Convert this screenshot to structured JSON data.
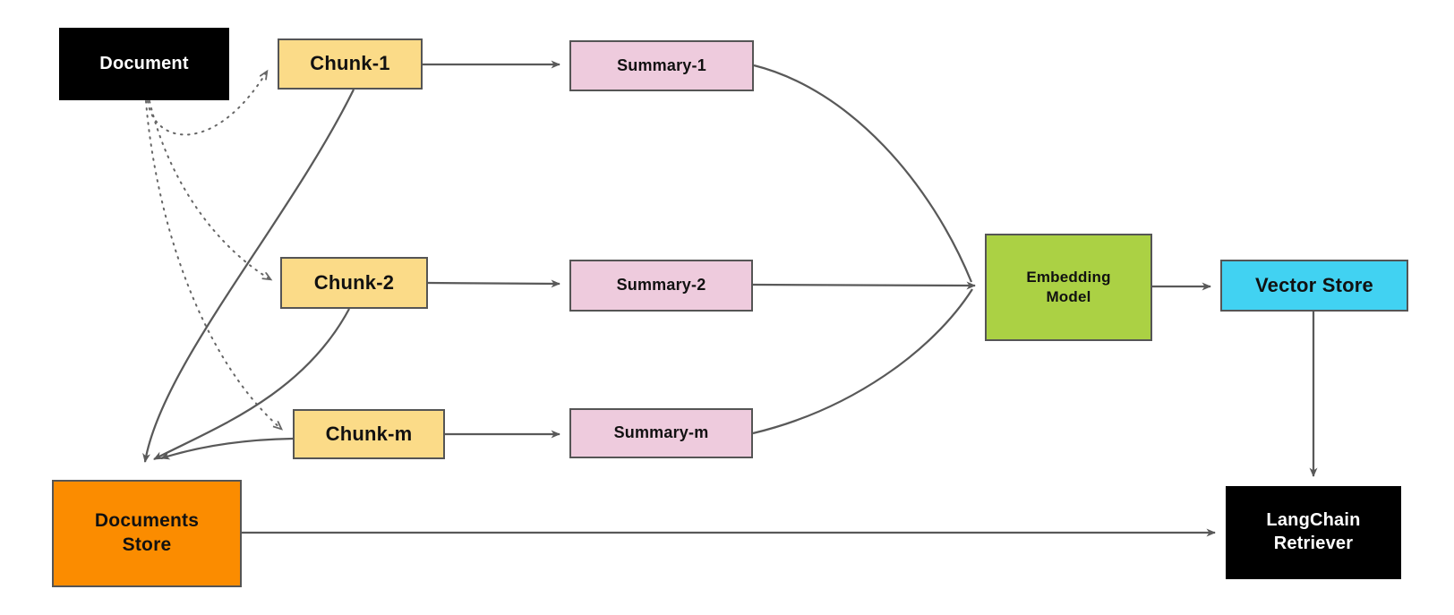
{
  "diagram": {
    "type": "flowchart",
    "background": "#ffffff",
    "edge_color": "#595959",
    "dotted_edge_color": "#666666",
    "nodes": [
      {
        "id": "document",
        "label": "Document",
        "fill": "#000000",
        "text_color": "#ffffff"
      },
      {
        "id": "chunk-1",
        "label": "Chunk-1",
        "fill": "#FBDB88",
        "text_color": "#111111"
      },
      {
        "id": "summary-1",
        "label": "Summary-1",
        "fill": "#EECBDD",
        "text_color": "#111111"
      },
      {
        "id": "chunk-2",
        "label": "Chunk-2",
        "fill": "#FBDB88",
        "text_color": "#111111"
      },
      {
        "id": "summary-2",
        "label": "Summary-2",
        "fill": "#EECBDD",
        "text_color": "#111111"
      },
      {
        "id": "chunk-m",
        "label": "Chunk-m",
        "fill": "#FBDB88",
        "text_color": "#111111"
      },
      {
        "id": "summary-m",
        "label": "Summary-m",
        "fill": "#EECBDD",
        "text_color": "#111111"
      },
      {
        "id": "embedding-model",
        "label": "Embedding\nModel",
        "fill": "#ABD144",
        "text_color": "#111111"
      },
      {
        "id": "vector-store",
        "label": "Vector Store",
        "fill": "#41D2F2",
        "text_color": "#111111"
      },
      {
        "id": "documents-store",
        "label": "Documents\nStore",
        "fill": "#FB8C00",
        "text_color": "#111111"
      },
      {
        "id": "langchain-retriever",
        "label": "LangChain\nRetriever",
        "fill": "#000000",
        "text_color": "#ffffff"
      }
    ],
    "edges": [
      {
        "from": "document",
        "to": "chunk-1",
        "style": "dotted"
      },
      {
        "from": "document",
        "to": "chunk-2",
        "style": "dotted"
      },
      {
        "from": "document",
        "to": "chunk-m",
        "style": "dotted"
      },
      {
        "from": "chunk-1",
        "to": "summary-1",
        "style": "solid"
      },
      {
        "from": "chunk-2",
        "to": "summary-2",
        "style": "solid"
      },
      {
        "from": "chunk-m",
        "to": "summary-m",
        "style": "solid"
      },
      {
        "from": "chunk-1",
        "to": "documents-store",
        "style": "solid"
      },
      {
        "from": "chunk-2",
        "to": "documents-store",
        "style": "solid"
      },
      {
        "from": "chunk-m",
        "to": "documents-store",
        "style": "solid"
      },
      {
        "from": "summary-1",
        "to": "embedding-model",
        "style": "solid"
      },
      {
        "from": "summary-2",
        "to": "embedding-model",
        "style": "solid"
      },
      {
        "from": "summary-m",
        "to": "embedding-model",
        "style": "solid"
      },
      {
        "from": "embedding-model",
        "to": "vector-store",
        "style": "solid"
      },
      {
        "from": "vector-store",
        "to": "langchain-retriever",
        "style": "solid"
      },
      {
        "from": "documents-store",
        "to": "langchain-retriever",
        "style": "solid"
      }
    ]
  }
}
